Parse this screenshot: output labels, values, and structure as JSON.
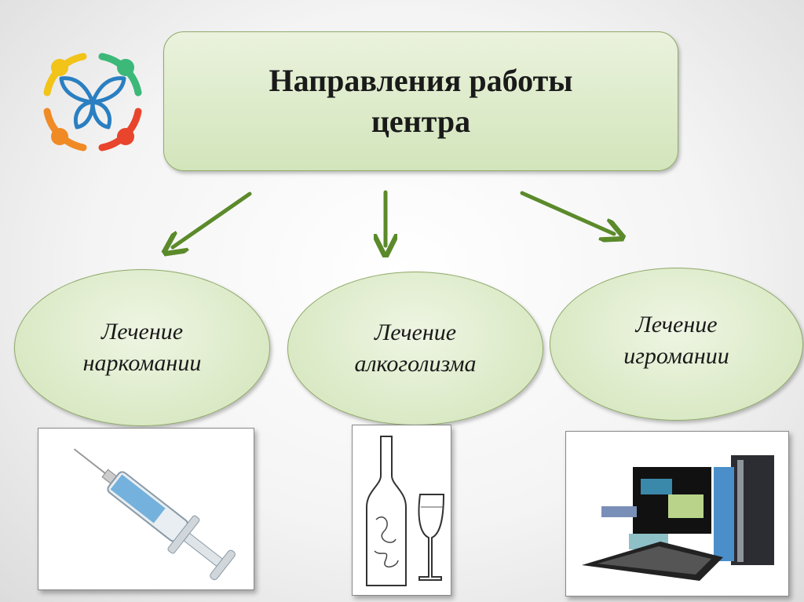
{
  "title": {
    "line1": "Направления работы",
    "line2": "центра"
  },
  "directions": [
    {
      "line1": "Лечение",
      "line2": "наркомании",
      "image": "syringe-image"
    },
    {
      "line1": "Лечение",
      "line2": "алкоголизма",
      "image": "bottle-glass-image"
    },
    {
      "line1": "Лечение",
      "line2": "игромании",
      "image": "computer-image"
    }
  ],
  "colors": {
    "arrow": "#5b8a2b",
    "box_fill": "#d8e8c2",
    "logo_blue": "#2a7fc1"
  }
}
